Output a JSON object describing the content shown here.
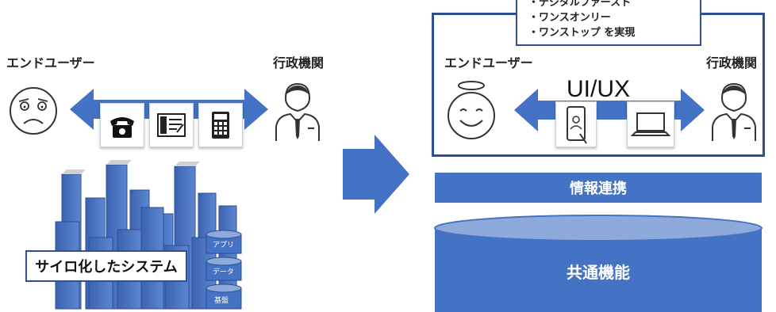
{
  "left": {
    "end_user_label": "エンドユーザー",
    "gov_label": "行政機関",
    "silo_label": "サイロ化したシステム",
    "stack_labels": [
      "アプリ",
      "データ",
      "基盤"
    ]
  },
  "right": {
    "callout_items": [
      "・デジタルファースト",
      "・ワンスオンリー",
      "・ワンストップ を実現"
    ],
    "end_user_label": "エンドユーザー",
    "gov_label": "行政機関",
    "uiux_label": "UI/UX",
    "band_label": "情報連携",
    "cylinder_label": "共通機能"
  },
  "colors": {
    "accent": "#4472c4",
    "dark_blue": "#2f4f8f"
  }
}
